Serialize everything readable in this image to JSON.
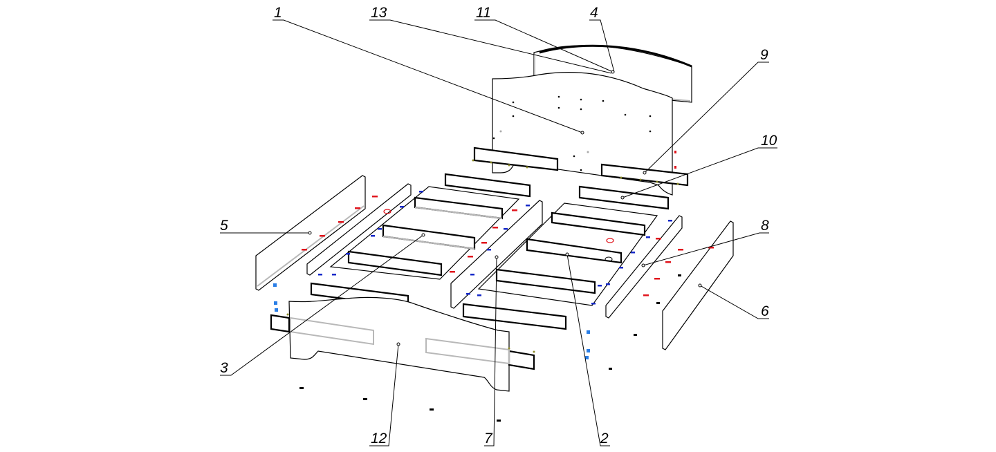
{
  "diagram": {
    "title": "Bed assembly exploded view",
    "callouts": [
      {
        "id": "callout-1",
        "label": "1",
        "part": "headboard panel"
      },
      {
        "id": "callout-13",
        "label": "13",
        "part": "headboard top rail (upper)"
      },
      {
        "id": "callout-11",
        "label": "11",
        "part": "headboard top rail (lower)"
      },
      {
        "id": "callout-4",
        "label": "4",
        "part": "headboard crown"
      },
      {
        "id": "callout-9",
        "label": "9",
        "part": "headboard cross rail"
      },
      {
        "id": "callout-10",
        "label": "10",
        "part": "headboard lower rail"
      },
      {
        "id": "callout-5",
        "label": "5",
        "part": "left side rail"
      },
      {
        "id": "callout-8",
        "label": "8",
        "part": "right inner side bar"
      },
      {
        "id": "callout-6",
        "label": "6",
        "part": "right side rail"
      },
      {
        "id": "callout-3",
        "label": "3",
        "part": "left slat frame"
      },
      {
        "id": "callout-12",
        "label": "12",
        "part": "footboard panel"
      },
      {
        "id": "callout-7",
        "label": "7",
        "part": "center beam"
      },
      {
        "id": "callout-2",
        "label": "2",
        "part": "right slat frame"
      }
    ],
    "colors": {
      "outline": "#000000",
      "hidden_edges": "#b8b8b8",
      "fastener_red": "#e0141c",
      "fastener_blue": "#1428c8",
      "fastener_light_blue": "#2a7ee6",
      "dowel_olive": "#8c8a28",
      "background": "#ffffff"
    }
  }
}
